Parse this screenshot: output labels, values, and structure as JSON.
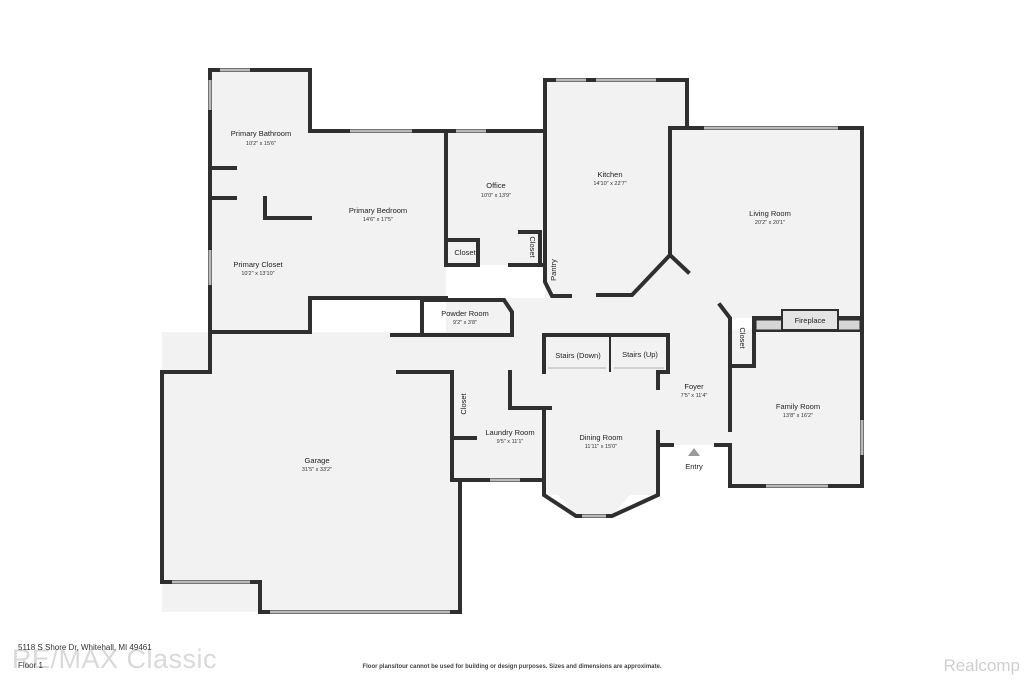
{
  "rooms": {
    "primary_bathroom": {
      "name": "Primary Bathroom",
      "dims": "10'2\" x 15'6\""
    },
    "primary_closet": {
      "name": "Primary Closet",
      "dims": "10'2\" x 13'10\""
    },
    "primary_bedroom": {
      "name": "Primary Bedroom",
      "dims": "14'6\" x 17'5\""
    },
    "office": {
      "name": "Office",
      "dims": "10'0\" x 13'9\""
    },
    "kitchen": {
      "name": "Kitchen",
      "dims": "14'10\" x 22'7\""
    },
    "living_room": {
      "name": "Living Room",
      "dims": "20'2\" x 20'1\""
    },
    "powder_room": {
      "name": "Powder Room",
      "dims": "9'2\" x 3'8\""
    },
    "foyer": {
      "name": "Foyer",
      "dims": "7'5\" x 11'4\""
    },
    "family_room": {
      "name": "Family Room",
      "dims": "13'8\" x 16'2\""
    },
    "laundry_room": {
      "name": "Laundry Room",
      "dims": "9'5\" x 11'1\""
    },
    "dining_room": {
      "name": "Dining Room",
      "dims": "11'11\" x 15'0\""
    },
    "garage": {
      "name": "Garage",
      "dims": "31'5\" x 33'2\""
    }
  },
  "labels": {
    "closet": "Closet",
    "pantry": "Pantry",
    "stairs_down": "Stairs (Down)",
    "stairs_up": "Stairs (Up)",
    "fireplace": "Fireplace",
    "entry": "Entry"
  },
  "footer": {
    "address": "5118 S Shore Dr, Whitehall, MI 49461",
    "floor": "Floor 1",
    "disclaimer": "Floor plans/tour cannot be used for building or design purposes. Sizes and dimensions are approximate.",
    "brand_left": "RE/MAX Classic",
    "brand_right": "Realcomp"
  },
  "colors": {
    "floor_fill": "#f2f2f2",
    "wall": "#2f2f2f",
    "window": "#b9b9b9"
  }
}
